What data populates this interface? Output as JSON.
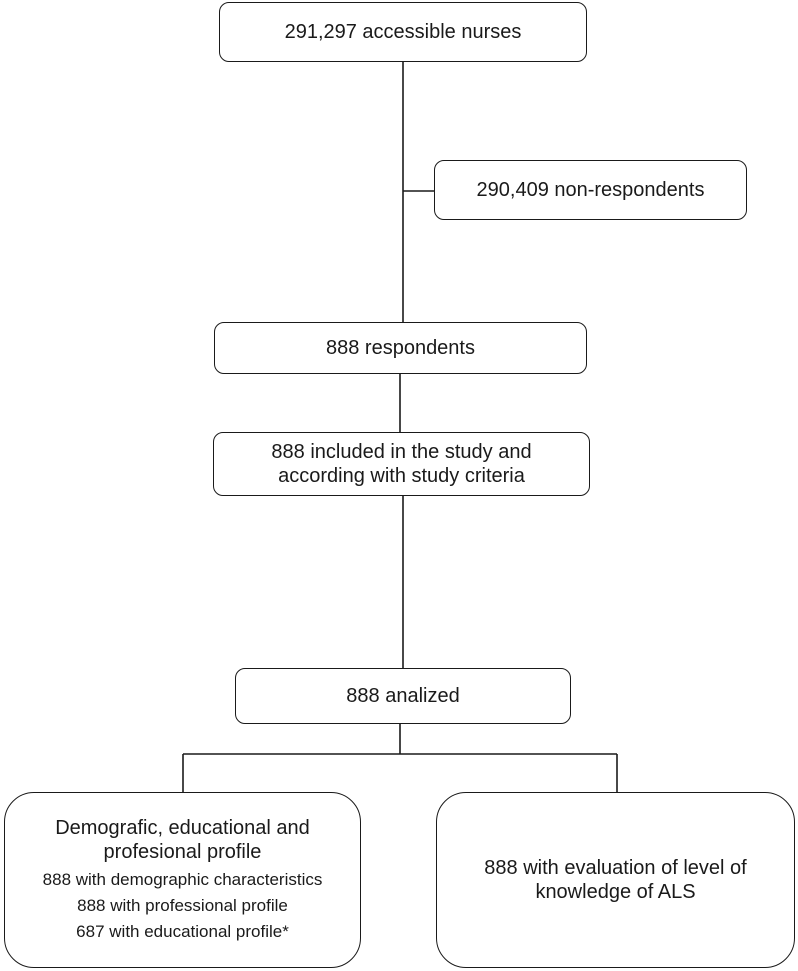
{
  "flowchart": {
    "nodes": {
      "accessible": "291,297 accessible nurses",
      "non_respondents": "290,409 non-respondents",
      "respondents": "888 respondents",
      "included_line1": "888 included in the study and",
      "included_line2": "according with study criteria",
      "analyzed": "888 analized",
      "profile_heading_line1": "Demografic, educational and",
      "profile_heading_line2": "profesional profile",
      "profile_item1": "888 with demographic characteristics",
      "profile_item2": "888 with professional profile",
      "profile_item3": "687 with educational profile*",
      "knowledge_line1": "888 with evaluation of level of",
      "knowledge_line2": "knowledge of ALS"
    },
    "edges": [
      {
        "from": "accessible",
        "to": "respondents",
        "type": "arrow"
      },
      {
        "from": "accessible",
        "to": "non_respondents",
        "type": "branch"
      },
      {
        "from": "respondents",
        "to": "included",
        "type": "arrow"
      },
      {
        "from": "included",
        "to": "analyzed",
        "type": "arrow"
      },
      {
        "from": "analyzed",
        "to": "profile",
        "type": "split"
      },
      {
        "from": "analyzed",
        "to": "knowledge",
        "type": "split"
      }
    ]
  }
}
